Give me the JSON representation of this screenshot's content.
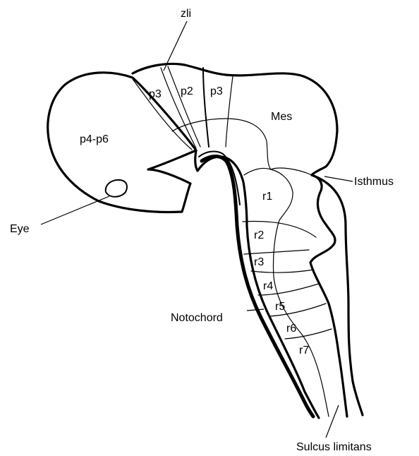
{
  "labels": {
    "zli": "zli",
    "p3_left": "p3",
    "p2": "p2",
    "p3_right": "p3",
    "mes": "Mes",
    "p4_p6": "p4-p6",
    "isthmus": "Isthmus",
    "eye": "Eye",
    "r1": "r1",
    "r2": "r2",
    "r3": "r3",
    "r4": "r4",
    "r5": "r5",
    "r6": "r6",
    "r7": "r7",
    "notochord": "Notochord",
    "sulcus_limitans": "Sulcus limitans"
  }
}
